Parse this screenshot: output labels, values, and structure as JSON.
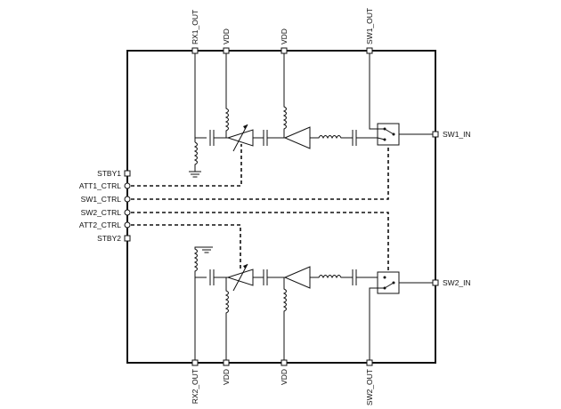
{
  "top_pins": {
    "rx1_out": "RX1_OUT",
    "vdd_a": "VDD",
    "vdd_b": "VDD",
    "sw1_out": "SW1_OUT"
  },
  "bottom_pins": {
    "rx2_out": "RX2_OUT",
    "vdd_a": "VDD",
    "vdd_b": "VDD",
    "sw2_out": "SW2_OUT"
  },
  "left_pins": {
    "stby1": "STBY1",
    "att1_ctrl": "ATT1_CTRL",
    "sw1_ctrl": "SW1_CTRL",
    "sw2_ctrl": "SW2_CTRL",
    "att2_ctrl": "ATT2_CTRL",
    "stby2": "STBY2"
  },
  "right_pins": {
    "sw1_in": "SW1_IN",
    "sw2_in": "SW2_IN"
  }
}
